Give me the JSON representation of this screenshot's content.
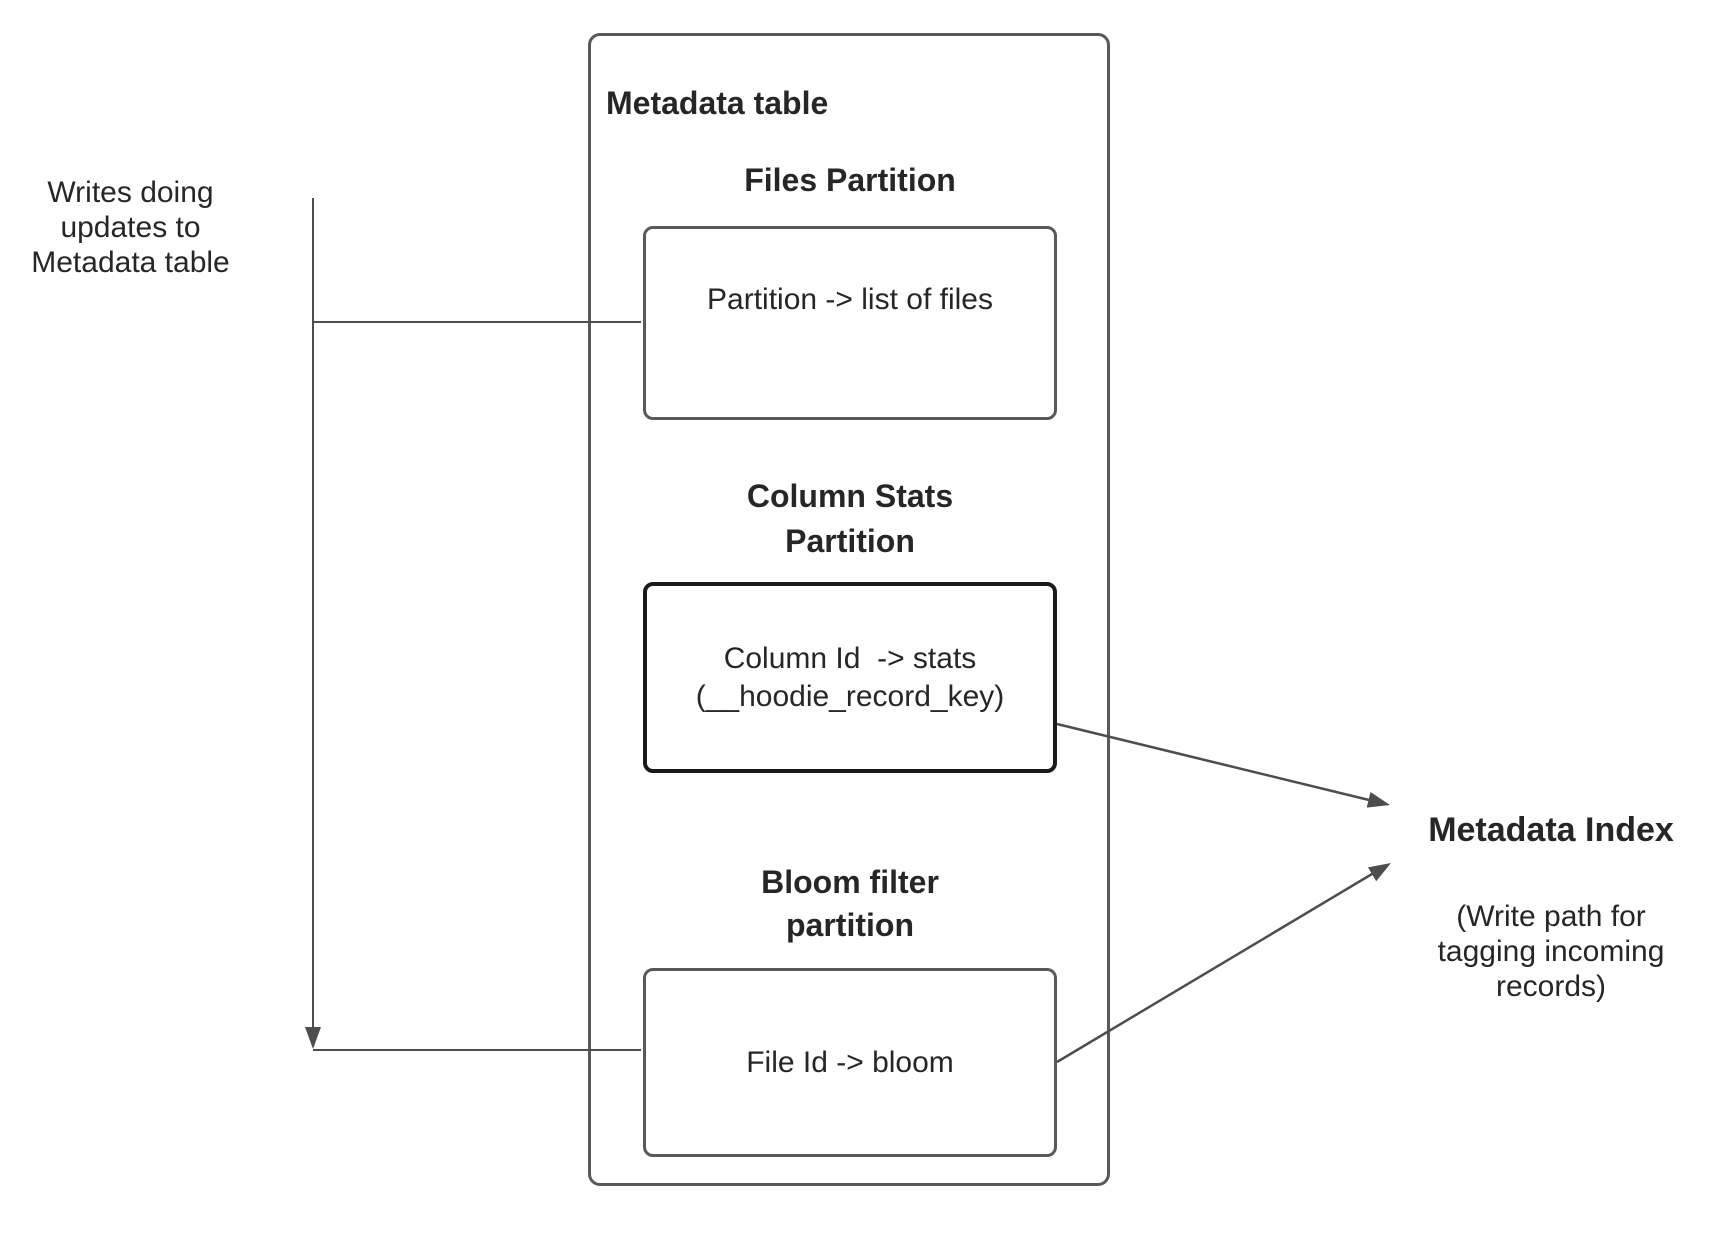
{
  "colors": {
    "background": "#ffffff",
    "box_border": "#595959",
    "emphasis_box_border": "#1a1a1a",
    "connector": "#4d4d4d",
    "text": "#262626"
  },
  "left_note": "Writes doing\nupdates to\nMetadata table",
  "metadata_table": {
    "title": "Metadata table",
    "sections": [
      {
        "heading": "Files Partition",
        "box_label": "Partition -> list of files"
      },
      {
        "heading": "Column Stats\nPartition",
        "box_label": "Column Id  -> stats\n(__hoodie_record_key)"
      },
      {
        "heading": "Bloom filter\npartition",
        "box_label": "File Id -> bloom"
      }
    ]
  },
  "metadata_index": {
    "title": "Metadata Index",
    "subtitle": "(Write path for\ntagging incoming\nrecords)"
  }
}
